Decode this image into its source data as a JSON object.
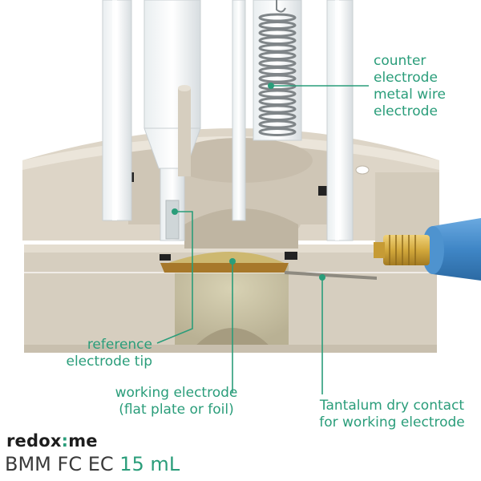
{
  "labels": {
    "counter": [
      "counter",
      "electrode",
      "metal wire",
      "electrode"
    ],
    "reference": [
      "reference",
      "electrode tip"
    ],
    "working": [
      "working electrode",
      "(flat plate or foil)"
    ],
    "tantalum": [
      "Tantalum dry contact",
      "for working electrode"
    ]
  },
  "brand": {
    "logo_start": "redox",
    "logo_mid": ":",
    "logo_end": "me"
  },
  "product": {
    "name": "BMM FC EC",
    "volume": "15 mL"
  },
  "colors": {
    "accent": "#2a9d7a",
    "body": "#d9d1c4",
    "cable": "#3f86c6",
    "brass": "#d8b24a"
  }
}
